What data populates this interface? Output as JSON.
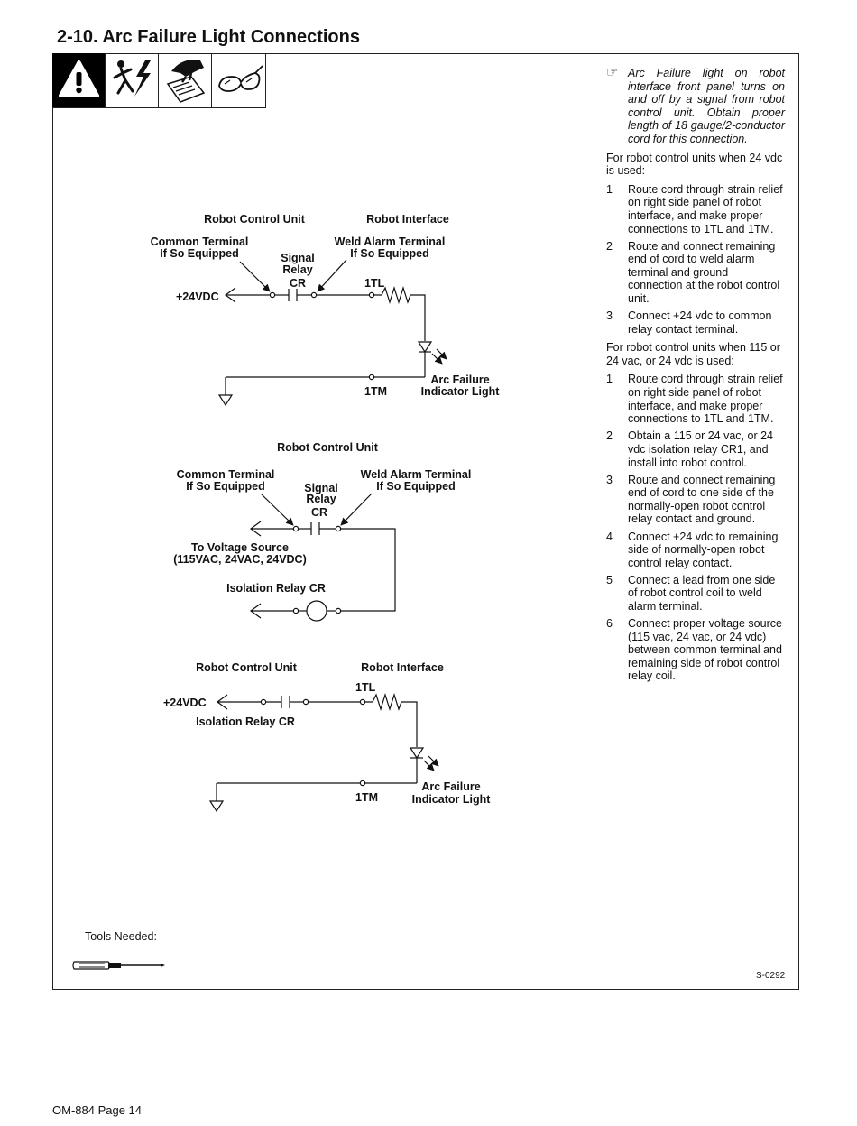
{
  "section_title": "2-10. Arc Failure Light Connections",
  "hazard_icons": [
    "warning-triangle-icon",
    "electric-shock-icon",
    "read-manual-icon",
    "safety-glasses-icon"
  ],
  "diagram1": {
    "robot_control_unit": "Robot Control Unit",
    "robot_interface": "Robot Interface",
    "common_terminal_1": "Common Terminal",
    "common_terminal_2": "If So Equipped",
    "signal_relay_1": "Signal",
    "signal_relay_2": "Relay",
    "signal_relay_3": "CR",
    "weld_alarm_1": "Weld Alarm Terminal",
    "weld_alarm_2": "If So Equipped",
    "supply": "+24VDC",
    "terminal_1tl": "1TL",
    "terminal_1tm": "1TM",
    "light_1": "Arc Failure",
    "light_2": "Indicator Light"
  },
  "diagram2": {
    "robot_control_unit": "Robot Control Unit",
    "common_terminal_1": "Common Terminal",
    "common_terminal_2": "If So Equipped",
    "signal_relay_1": "Signal",
    "signal_relay_2": "Relay",
    "signal_relay_3": "CR",
    "weld_alarm_1": "Weld Alarm Terminal",
    "weld_alarm_2": "If So Equipped",
    "voltage_source_1": "To Voltage Source",
    "voltage_source_2": "(115VAC, 24VAC, 24VDC)",
    "isolation_relay": "Isolation Relay CR"
  },
  "diagram3": {
    "robot_control_unit": "Robot Control Unit",
    "robot_interface": "Robot Interface",
    "supply": "+24VDC",
    "isolation_relay": "Isolation Relay CR",
    "terminal_1tl": "1TL",
    "terminal_1tm": "1TM",
    "light_1": "Arc Failure",
    "light_2": "Indicator Light"
  },
  "note": "Arc Failure light on robot interface front panel turns on and off by a signal from robot control unit. Obtain proper length of 18 gauge/2-conductor cord for this connection.",
  "intro_24vdc": "For robot control units when 24 vdc is used:",
  "steps_24vdc": [
    {
      "num": "1",
      "text": "Route cord through strain relief on right side panel of robot interface, and make proper connections to 1TL and 1TM."
    },
    {
      "num": "2",
      "text": "Route and connect remaining end of cord to weld alarm terminal and ground connection at the robot control unit."
    },
    {
      "num": "3",
      "text": "Connect +24 vdc to common relay contact terminal."
    }
  ],
  "intro_115vac": "For robot control units when 115 or 24 vac, or 24 vdc is used:",
  "steps_115vac": [
    {
      "num": "1",
      "text": "Route cord through strain relief on right side panel of robot interface, and make proper connections to 1TL and 1TM."
    },
    {
      "num": "2",
      "text": "Obtain a 115 or 24 vac, or 24 vdc isolation relay CR1, and install into robot control."
    },
    {
      "num": "3",
      "text": "Route and connect remaining end of cord to one side of the normally-open robot control relay contact and ground."
    },
    {
      "num": "4",
      "text": "Connect +24 vdc to remaining side of normally-open robot control relay contact."
    },
    {
      "num": "5",
      "text": "Connect a lead from one side of robot control coil to weld alarm terminal."
    },
    {
      "num": "6",
      "text": "Connect proper voltage source (115 vac, 24 vac, or 24 vdc) between common terminal and remaining side of robot control relay coil."
    }
  ],
  "tools_needed": "Tools Needed:",
  "tool_icon": "screwdriver-icon",
  "ref_code": "S-0292",
  "footer": "OM-884 Page 14"
}
